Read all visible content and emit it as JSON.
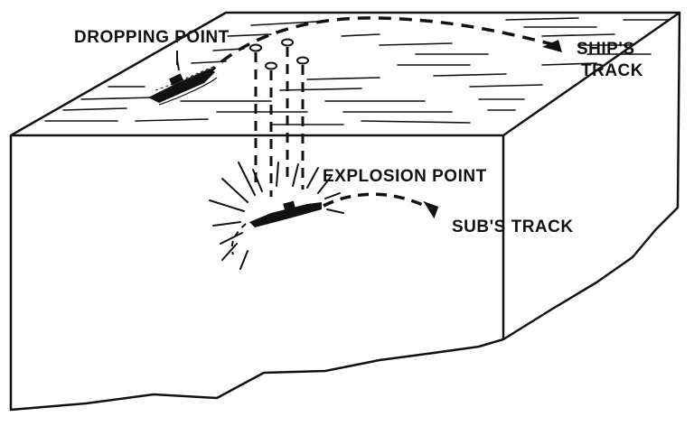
{
  "labels": {
    "dropping_point": "DROPPING POINT",
    "ships_track_line1": "SHIP'S",
    "ships_track_line2": "TRACK",
    "explosion_point": "EXPLOSION POINT",
    "subs_track": "SUB'S TRACK"
  },
  "colors": {
    "ink": "#111111",
    "paper": "#ffffff"
  }
}
